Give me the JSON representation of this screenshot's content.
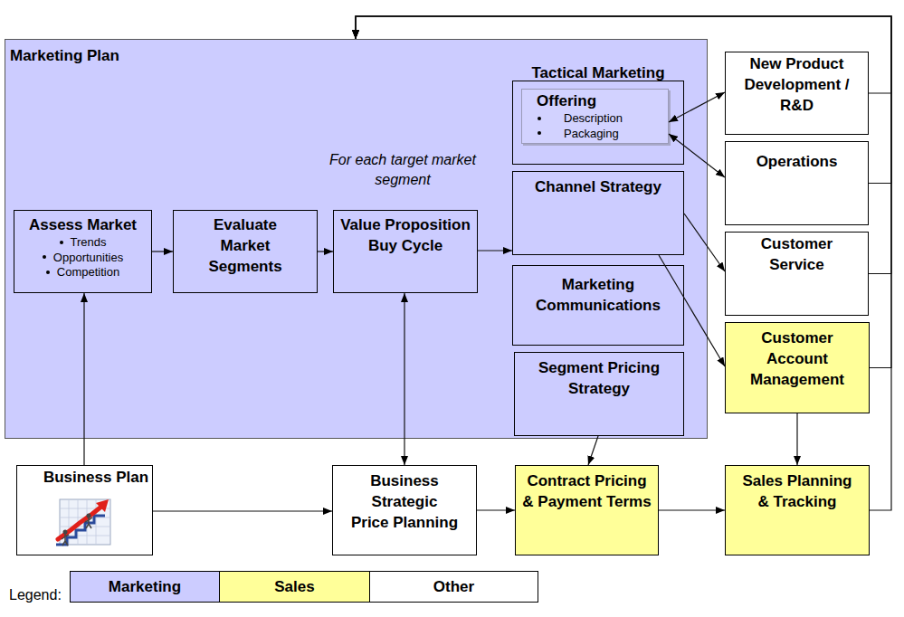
{
  "diagram": {
    "nodes": [
      {
        "text": [
          "Marketing Plan"
        ]
      },
      {
        "text": [
          "Tactical Marketing"
        ],
        "in": 0
      },
      {
        "text": [
          "Offering",
          "Description",
          "Packaging"
        ],
        "in": 1
      },
      {
        "text": [
          "Assess Market",
          "Trends",
          "Opportunities",
          "Competition"
        ],
        "in": 0
      },
      {
        "text": [
          "Evaluate Market Segments"
        ],
        "in": 0
      },
      {
        "text": [
          "Value Proposition Buy Cycle"
        ],
        "in": 0
      },
      {
        "text": [
          "Channel Strategy"
        ],
        "in": 0
      },
      {
        "text": [
          "Marketing Communications"
        ],
        "in": 0
      },
      {
        "text": [
          "Segment Pricing Strategy"
        ],
        "in": 0
      },
      {
        "text": [
          "New Product Development / R&D"
        ]
      },
      {
        "text": [
          "Operations"
        ]
      },
      {
        "text": [
          "Customer Service"
        ]
      },
      {
        "text": [
          "Customer Account Management"
        ]
      },
      {
        "text": [
          "Business Plan"
        ]
      },
      {
        "text": [
          "Business Strategic Price Planning"
        ]
      },
      {
        "text": [
          "Contract Pricing & Payment Terms"
        ]
      },
      {
        "text": [
          "Sales Planning & Tracking"
        ]
      }
    ],
    "edges": [
      {
        "from": 3,
        "to": 4,
        "arrow": "to"
      },
      {
        "from": 4,
        "to": 5,
        "arrow": "to"
      },
      {
        "from": 5,
        "to": 6,
        "arrow": "to"
      },
      {
        "from": 13,
        "to": 3,
        "arrow": "to"
      },
      {
        "from": 13,
        "to": 14,
        "arrow": "to"
      },
      {
        "from": 5,
        "to": 14,
        "arrow": "both"
      },
      {
        "from": 14,
        "to": 15,
        "arrow": "to"
      },
      {
        "from": 8,
        "to": 15,
        "arrow": "to"
      },
      {
        "from": 15,
        "to": 16,
        "arrow": "to"
      },
      {
        "from": 12,
        "to": 16,
        "arrow": "to"
      },
      {
        "from": 2,
        "to": 9,
        "arrow": "both"
      },
      {
        "from": 2,
        "to": 10,
        "arrow": "both"
      },
      {
        "from": 6,
        "to": 11,
        "arrow": "to"
      },
      {
        "from": 6,
        "to": 12,
        "arrow": "to"
      },
      {
        "from": 9,
        "to": 0,
        "arrow": "to"
      },
      {
        "from": 10,
        "to": 0,
        "arrow": "to"
      },
      {
        "from": 11,
        "to": 0,
        "arrow": "to"
      },
      {
        "from": 12,
        "to": 0,
        "arrow": "to"
      },
      {
        "from": 16,
        "to": 0,
        "arrow": "to"
      }
    ],
    "labels": [
      "For each target market segment",
      "Legend:"
    ],
    "legend": [
      {
        "text": "Marketing",
        "color": "#ccccff"
      },
      {
        "text": "Sales",
        "color": "#ffff99"
      },
      {
        "text": "Other",
        "color": "#ffffff"
      }
    ]
  }
}
